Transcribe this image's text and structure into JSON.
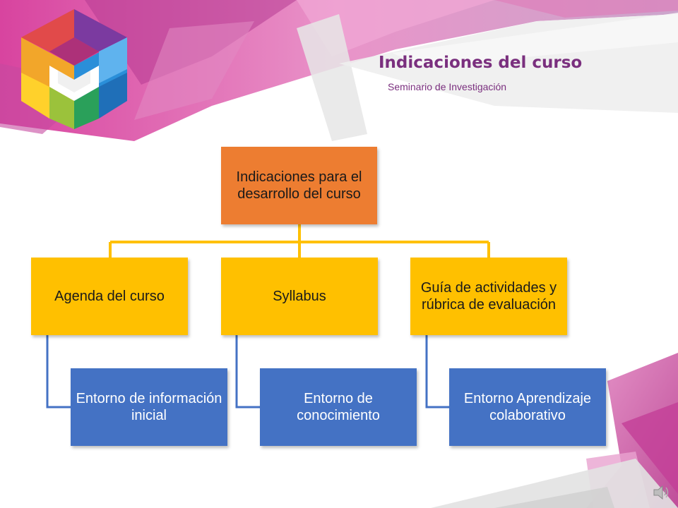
{
  "header": {
    "title": "Indicaciones del curso",
    "subtitle": "Seminario de Investigación"
  },
  "diagram": {
    "root": {
      "label": "Indicaciones para el desarrollo del curso"
    },
    "branches": [
      {
        "label": "Agenda del curso",
        "child": "Entorno de información inicial"
      },
      {
        "label": "Syllabus",
        "child": "Entorno de conocimiento"
      },
      {
        "label": "Guía de actividades y rúbrica de evaluación",
        "child": "Entorno Aprendizaje colaborativo"
      }
    ]
  },
  "colors": {
    "accent": "#7a2f7e",
    "root_fill": "#ed7d31",
    "branch_fill": "#ffc000",
    "leaf_fill": "#4472c4",
    "connector_top": "#ffc000",
    "connector_bottom": "#4472c4"
  },
  "icons": {
    "logo": "multicolor-cube-logo",
    "audio": "speaker-icon"
  }
}
